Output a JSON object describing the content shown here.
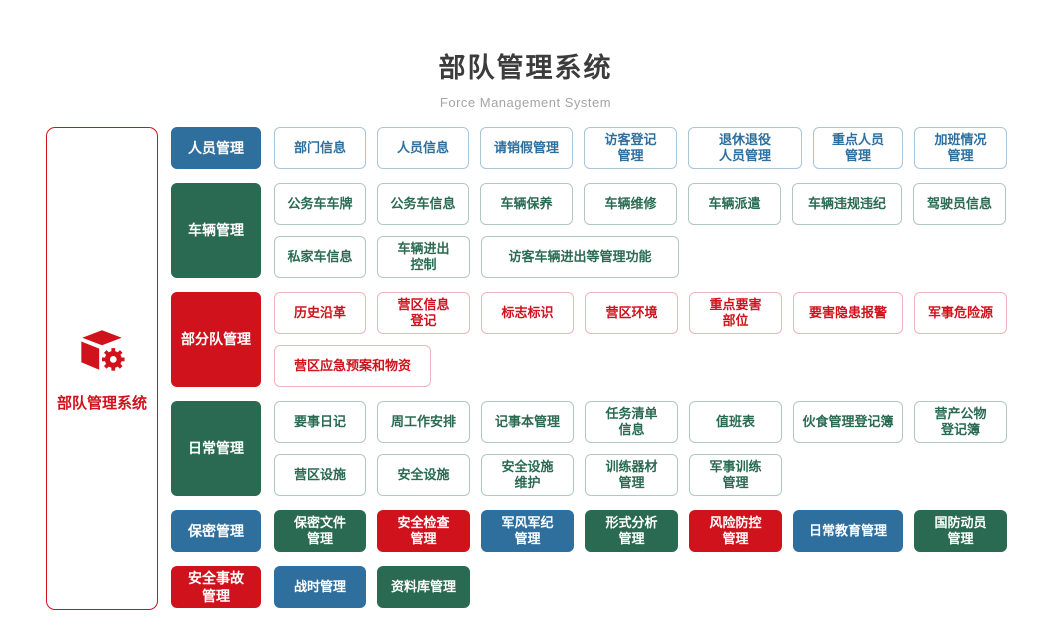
{
  "header": {
    "title": "部队管理系统",
    "subtitle": "Force Management System"
  },
  "root": {
    "label": "部队管理系统",
    "icon": "cube-gear-icon"
  },
  "colors": {
    "blue": "#2F6F9E",
    "green": "#2A6A52",
    "red": "#D0121C"
  },
  "sections": [
    {
      "category": "人员管理",
      "theme": "blue",
      "lines": [
        [
          "部门信息",
          "人员信息",
          "请销假管理",
          "访客登记\n管理",
          "退休退役\n人员管理",
          "重点人员\n管理",
          "加班情况\n管理"
        ]
      ]
    },
    {
      "category": "车辆管理",
      "theme": "green",
      "lines": [
        [
          "公务车车牌",
          "公务车信息",
          "车辆保养",
          "车辆维修",
          "车辆派遣",
          "车辆违规违纪",
          "驾驶员信息"
        ],
        [
          "私家车信息",
          "车辆进出\n控制",
          "访客车辆进出等管理功能"
        ]
      ]
    },
    {
      "category": "部分队管理",
      "theme": "red",
      "lines": [
        [
          "历史沿革",
          "营区信息\n登记",
          "标志标识",
          "营区环境",
          "重点要害\n部位",
          "要害隐患报警",
          "军事危险源"
        ],
        [
          "营区应急预案和物资"
        ]
      ]
    },
    {
      "category": "日常管理",
      "theme": "green",
      "lines": [
        [
          "要事日记",
          "周工作安排",
          "记事本管理",
          "任务清单\n信息",
          "值班表",
          "伙食管理登记簿",
          "营产公物\n登记簿"
        ],
        [
          "营区设施",
          "安全设施",
          "安全设施\n维护",
          "训练器材\n管理",
          "军事训练\n管理"
        ]
      ]
    }
  ],
  "solid_sections": [
    {
      "category": "保密管理",
      "category_theme": "blue",
      "items": [
        {
          "label": "保密文件\n管理",
          "theme": "green"
        },
        {
          "label": "安全检查\n管理",
          "theme": "red"
        },
        {
          "label": "军风军纪\n管理",
          "theme": "blue"
        },
        {
          "label": "形式分析\n管理",
          "theme": "green"
        },
        {
          "label": "风险防控\n管理",
          "theme": "red"
        },
        {
          "label": "日常教育管理",
          "theme": "blue"
        },
        {
          "label": "国防动员\n管理",
          "theme": "green"
        }
      ]
    },
    {
      "category": "安全事故\n管理",
      "category_theme": "red",
      "items": [
        {
          "label": "战时管理",
          "theme": "blue"
        },
        {
          "label": "资料库管理",
          "theme": "green"
        }
      ]
    }
  ]
}
